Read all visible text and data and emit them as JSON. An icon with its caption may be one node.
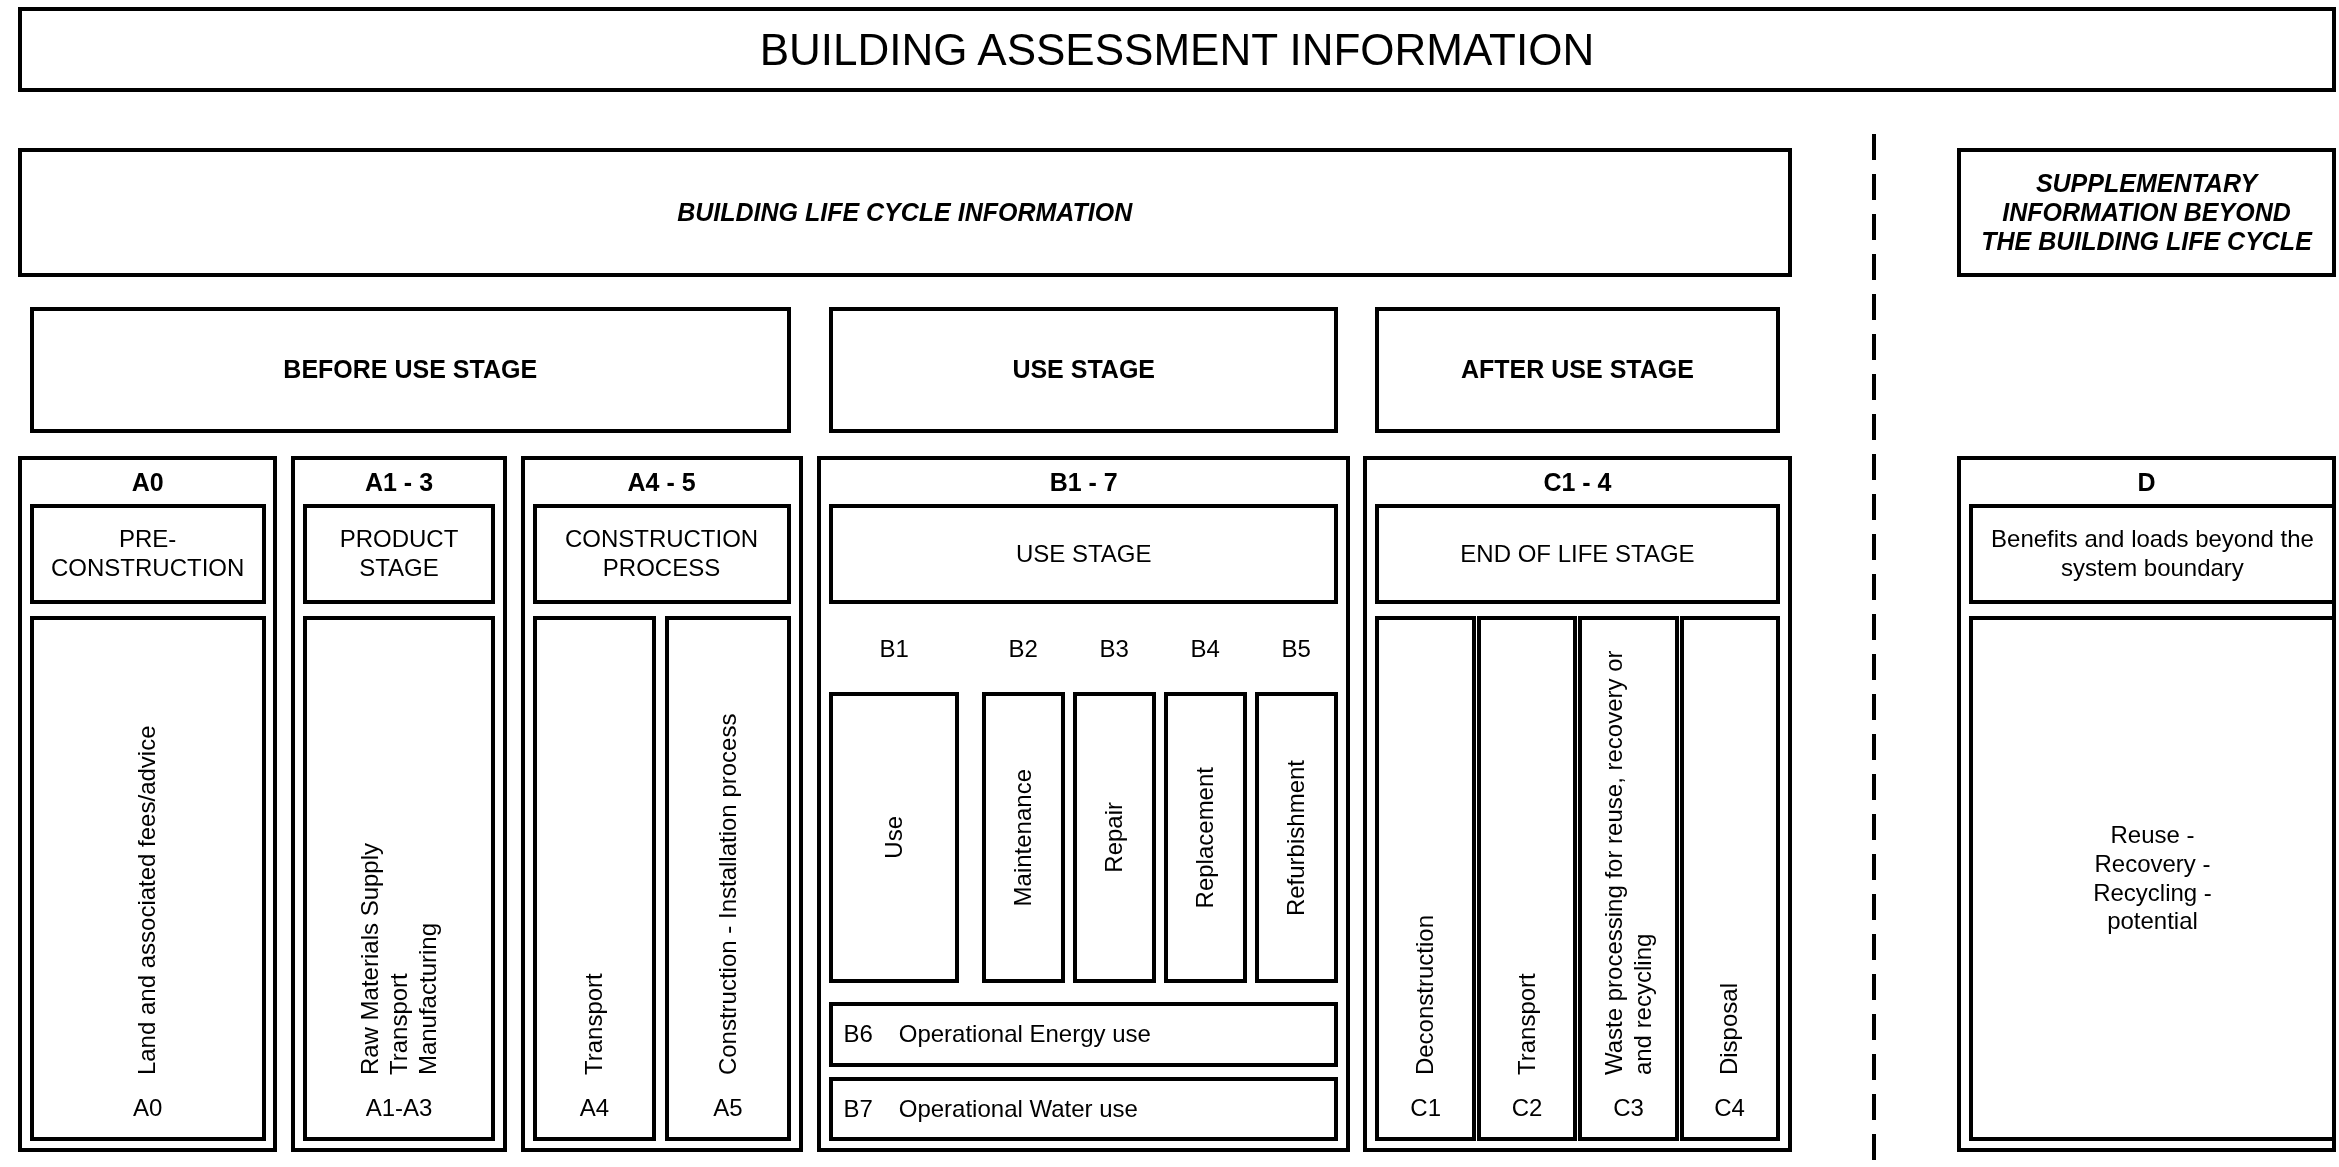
{
  "diagram": {
    "nodes": [
      {
        "text": [
          "BUILDING ASSESSMENT INFORMATION"
        ]
      },
      {
        "text": [
          "BUILDING LIFE CYCLE INFORMATION"
        ]
      },
      {
        "text": [
          "SUPPLEMENTARY INFORMATION BEYOND THE BUILDING LIFE CYCLE"
        ]
      },
      {
        "text": [
          "BEFORE USE STAGE"
        ]
      },
      {
        "text": [
          "USE STAGE"
        ]
      },
      {
        "text": [
          "AFTER USE STAGE"
        ]
      },
      {
        "text": [
          "A0"
        ]
      },
      {
        "text": [
          "PRE-CONSTRUCTION"
        ],
        "in": 6
      },
      {
        "text": [
          "Land and associated fees/advice",
          "A0"
        ],
        "in": 6
      },
      {
        "text": [
          "A1 - 3"
        ]
      },
      {
        "text": [
          "PRODUCT STAGE"
        ],
        "in": 9
      },
      {
        "text": [
          "Raw Materials Supply",
          "Transport",
          "Manufacturing",
          "A1-A3"
        ],
        "in": 9
      },
      {
        "text": [
          "A4 - 5"
        ]
      },
      {
        "text": [
          "CONSTRUCTION PROCESS"
        ],
        "in": 12
      },
      {
        "text": [
          "Transport",
          "A4"
        ],
        "in": 12
      },
      {
        "text": [
          "Construction - Installation process",
          "A5"
        ],
        "in": 12
      },
      {
        "text": [
          "B1 - 7"
        ]
      },
      {
        "text": [
          "USE STAGE"
        ],
        "in": 16
      },
      {
        "text": [
          "Use"
        ],
        "in": 16,
        "beside": [
          "B1"
        ]
      },
      {
        "text": [
          "Maintenance"
        ],
        "in": 16,
        "beside": [
          "B2"
        ]
      },
      {
        "text": [
          "Repair"
        ],
        "in": 16,
        "beside": [
          "B3"
        ]
      },
      {
        "text": [
          "Replacement"
        ],
        "in": 16,
        "beside": [
          "B4"
        ]
      },
      {
        "text": [
          "Refurbishment"
        ],
        "in": 16,
        "beside": [
          "B5"
        ]
      },
      {
        "text": [
          "B6",
          "Operational Energy use"
        ],
        "in": 16
      },
      {
        "text": [
          "B7",
          "Operational Water use"
        ],
        "in": 16
      },
      {
        "text": [
          "C1 - 4"
        ]
      },
      {
        "text": [
          "END OF LIFE STAGE"
        ],
        "in": 25
      },
      {
        "text": [
          "Deconstruction",
          "C1"
        ],
        "in": 25
      },
      {
        "text": [
          "Transport",
          "C2"
        ],
        "in": 25
      },
      {
        "text": [
          "Waste processing for reuse, recovery or and recycling",
          "C3"
        ],
        "in": 25
      },
      {
        "text": [
          "Disposal",
          "C4"
        ],
        "in": 25
      },
      {
        "text": [
          "D"
        ]
      },
      {
        "text": [
          "Benefits and loads beyond the system boundary"
        ],
        "in": 31
      },
      {
        "text": [
          "Reuse - Recovery - Recycling - potential"
        ],
        "in": 31
      }
    ]
  }
}
